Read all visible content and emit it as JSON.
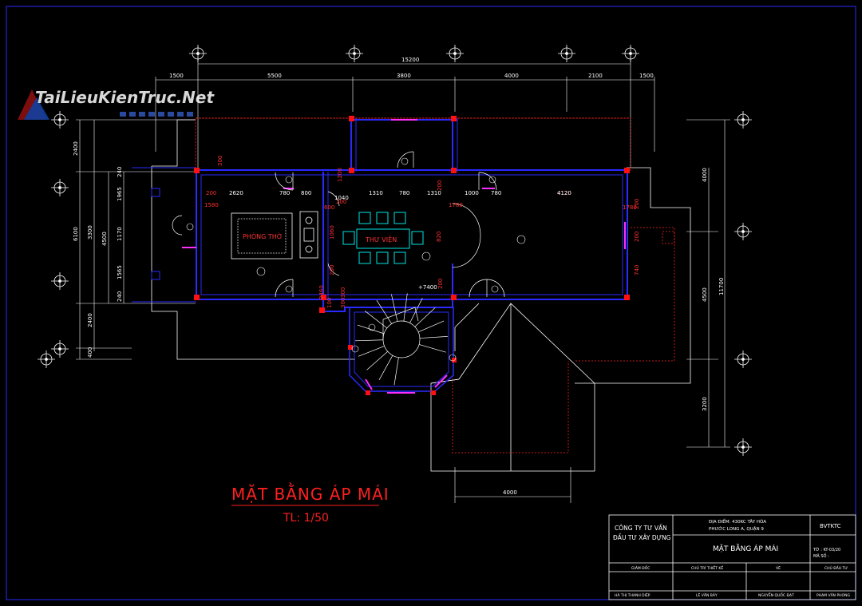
{
  "watermark": {
    "text": "TaiLieuKienTruc.Net"
  },
  "drawing": {
    "title": "MẶT BẰNG ÁP MÁI",
    "scale": "TL: 1/50",
    "rooms": {
      "worship": "PHÒNG THỜ",
      "library": "THƯ VIỆN"
    },
    "level_mark": "+7400",
    "overall_width": "15200",
    "overall_height": "11700",
    "top_dims": [
      "1500",
      "5500",
      "3800",
      "4000",
      "2100",
      "1500"
    ],
    "bottom_dim": "4000",
    "left_dims_outer": [
      "2400",
      "6100",
      "2400",
      "400"
    ],
    "left_dims_mid": [
      "3300",
      "4500"
    ],
    "left_dims_inner": [
      "240",
      "1965",
      "1170",
      "1565",
      "240"
    ],
    "right_dims": [
      "4000",
      "4500",
      "3200"
    ],
    "inner_dims_top": [
      "2620",
      "780",
      "800",
      "1040",
      "1310",
      "780",
      "1310",
      "1000",
      "780",
      "4120"
    ],
    "inner_dims_red": [
      "200",
      "300",
      "1200",
      "200",
      "1580",
      "1060",
      "200",
      "2460",
      "820",
      "200",
      "1780",
      "200",
      "740",
      "1780",
      "200",
      "600",
      "100",
      "300",
      "300",
      "200",
      "4120"
    ]
  },
  "title_block": {
    "company": [
      "CÔNG TY TƯ VẤN",
      "ĐẦU TƯ XÂY DỰNG"
    ],
    "location_line1": "ĐỊA ĐIỂM: 430KC TÂY HÒA",
    "location_line2": "PHƯỚC LONG A, QUẬN 9",
    "code": "BVTKTC",
    "sheet_title": "MẶT BẰNG ÁP MÁI",
    "sheet_no_label": "TỜ : KT-03/20",
    "ma_so_label": "MÃ SỐ :",
    "roles": [
      "GIÁM ĐỐC",
      "CHỦ TRÌ THIẾT KẾ",
      "VẼ",
      "CHỦ ĐẦU TƯ"
    ],
    "names": [
      "HÀ THỊ THANH DIỆP",
      "LÊ VĂN BẢY",
      "NGUYỄN QUỐC ĐẠT",
      "PHẠM VĂN PHONG"
    ]
  }
}
